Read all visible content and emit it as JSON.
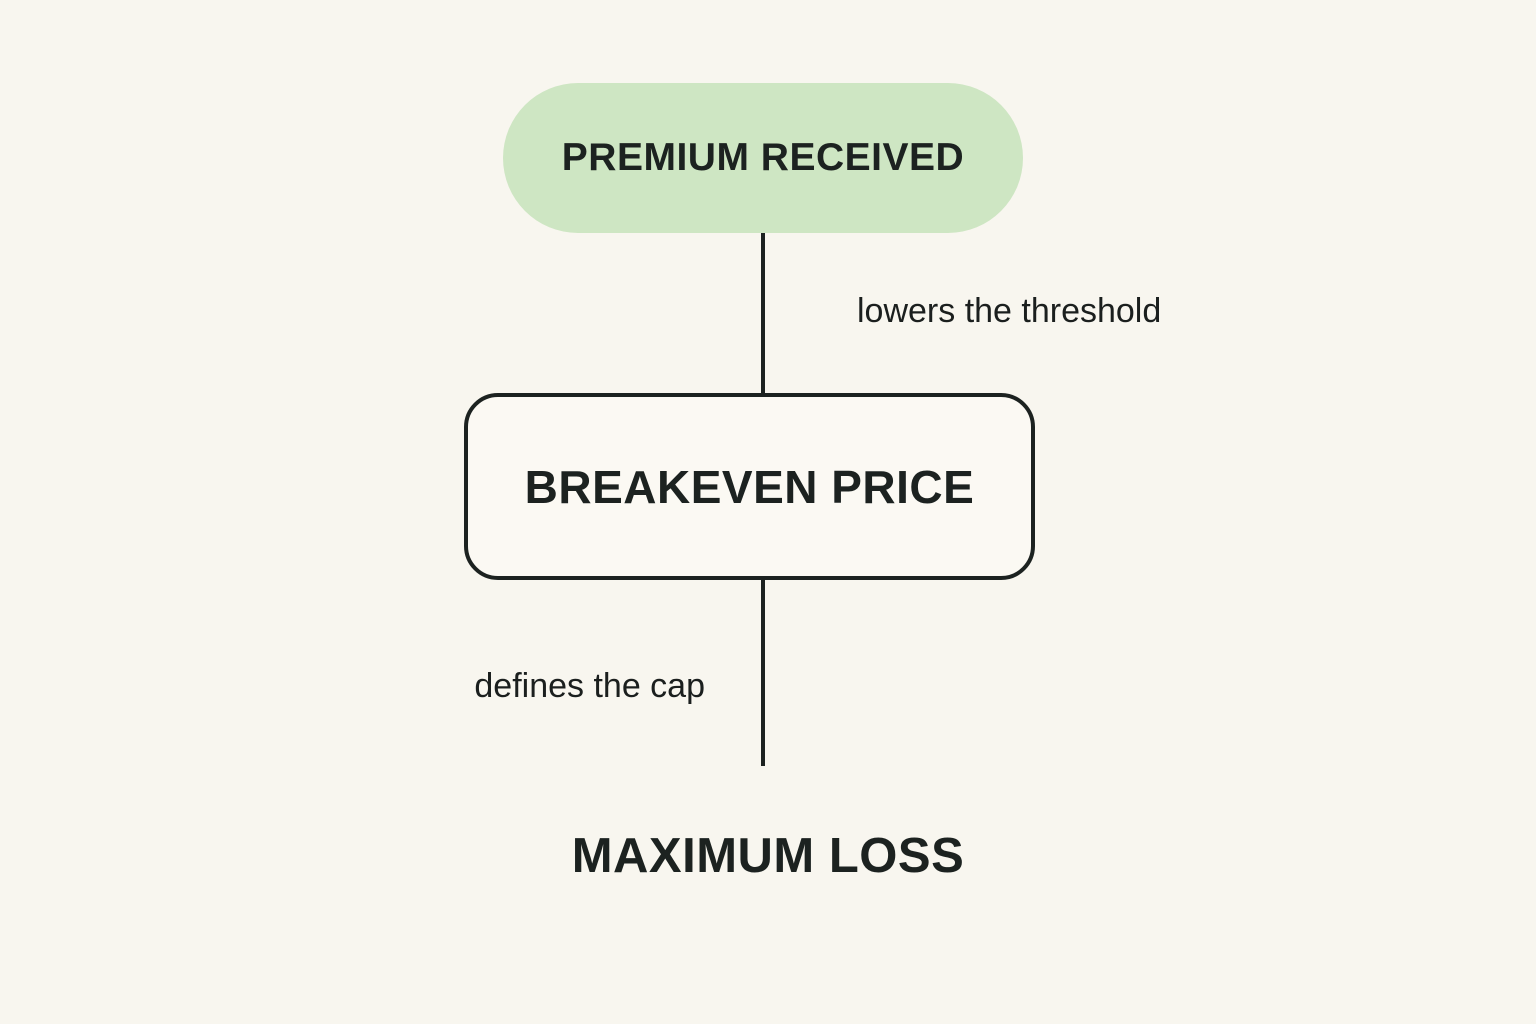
{
  "diagram": {
    "title": "Premium received flow diagram",
    "nodes": [
      {
        "id": "premium-received",
        "label": "PREMIUM RECEIVED",
        "shape": "pill",
        "fill": "#cee6c3"
      },
      {
        "id": "breakeven-price",
        "label": "BREAKEVEN PRICE",
        "shape": "rounded-rect",
        "fill": "#fbf9f3"
      },
      {
        "id": "maximum-loss",
        "label": "MAXIMUM LOSS",
        "shape": "text"
      }
    ],
    "edges": [
      {
        "from": "premium-received",
        "to": "breakeven-price",
        "label": "lowers the threshold",
        "label_side": "right"
      },
      {
        "from": "breakeven-price",
        "to": "maximum-loss",
        "label": "defines the cap",
        "label_side": "left"
      }
    ],
    "colors": {
      "background": "#f8f6ef",
      "pill_fill": "#cee6c3",
      "box_fill": "#fbf9f3",
      "ink": "#1c2220"
    }
  }
}
